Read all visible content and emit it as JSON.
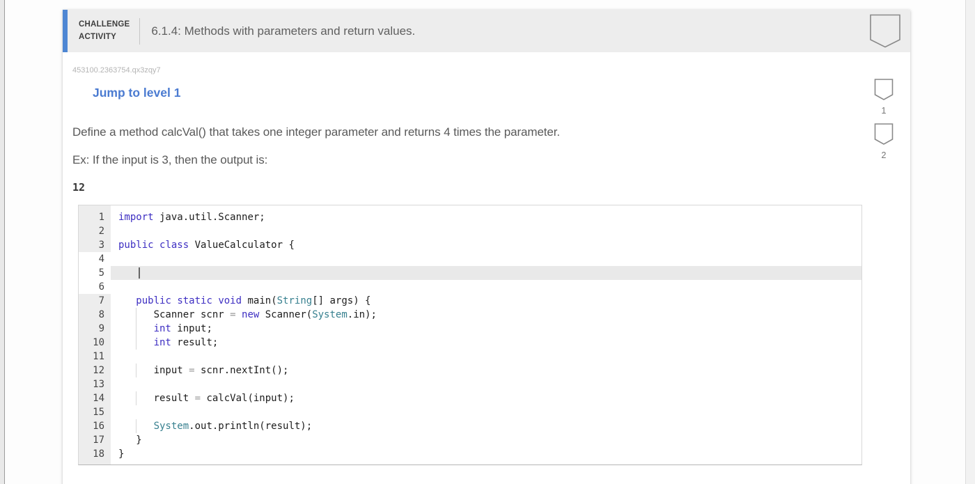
{
  "header": {
    "label_line1": "CHALLENGE",
    "label_line2": "ACTIVITY",
    "title": "6.1.4: Methods with parameters and return values."
  },
  "activity": {
    "id": "453100.2363754.qx3zqy7",
    "jump_link": "Jump to level 1"
  },
  "problem": {
    "statement": "Define a method calcVal() that takes one integer parameter and returns 4 times the parameter.",
    "example_intro": "Ex: If the input is 3, then the output is:",
    "example_output": "12"
  },
  "levels": [
    {
      "number": "1"
    },
    {
      "number": "2"
    }
  ],
  "editor": {
    "language": "java",
    "lines": [
      {
        "n": "1",
        "seg": [
          [
            "k",
            "import"
          ],
          [
            "p",
            " java.util.Scanner;"
          ]
        ]
      },
      {
        "n": "2",
        "seg": []
      },
      {
        "n": "3",
        "seg": [
          [
            "k",
            "public"
          ],
          [
            "p",
            " "
          ],
          [
            "k",
            "class"
          ],
          [
            "p",
            " ValueCalculator {"
          ]
        ]
      },
      {
        "n": "4",
        "region": true,
        "seg": []
      },
      {
        "n": "5",
        "region": true,
        "active": true,
        "cursor": true,
        "seg": []
      },
      {
        "n": "6",
        "region": true,
        "seg": []
      },
      {
        "n": "7",
        "seg": [
          [
            "p",
            "   "
          ],
          [
            "k",
            "public"
          ],
          [
            "p",
            " "
          ],
          [
            "k",
            "static"
          ],
          [
            "p",
            " "
          ],
          [
            "k",
            "void"
          ],
          [
            "p",
            " main("
          ],
          [
            "t",
            "String"
          ],
          [
            "p",
            "[] args) {"
          ]
        ]
      },
      {
        "n": "8",
        "guide": true,
        "seg": [
          [
            "p",
            "      Scanner scnr "
          ],
          [
            "o",
            "="
          ],
          [
            "p",
            " "
          ],
          [
            "k",
            "new"
          ],
          [
            "p",
            " Scanner("
          ],
          [
            "t",
            "System"
          ],
          [
            "p",
            ".in);"
          ]
        ]
      },
      {
        "n": "9",
        "guide": true,
        "seg": [
          [
            "p",
            "      "
          ],
          [
            "k",
            "int"
          ],
          [
            "p",
            " input;"
          ]
        ]
      },
      {
        "n": "10",
        "guide": true,
        "seg": [
          [
            "p",
            "      "
          ],
          [
            "k",
            "int"
          ],
          [
            "p",
            " result;"
          ]
        ]
      },
      {
        "n": "11",
        "seg": []
      },
      {
        "n": "12",
        "guide": true,
        "seg": [
          [
            "p",
            "      input "
          ],
          [
            "o",
            "="
          ],
          [
            "p",
            " scnr.nextInt();"
          ]
        ]
      },
      {
        "n": "13",
        "seg": []
      },
      {
        "n": "14",
        "guide": true,
        "seg": [
          [
            "p",
            "      result "
          ],
          [
            "o",
            "="
          ],
          [
            "p",
            " calcVal(input);"
          ]
        ]
      },
      {
        "n": "15",
        "seg": []
      },
      {
        "n": "16",
        "guide": true,
        "seg": [
          [
            "p",
            "      "
          ],
          [
            "t",
            "System"
          ],
          [
            "p",
            ".out.println(result);"
          ]
        ]
      },
      {
        "n": "17",
        "seg": [
          [
            "p",
            "   }"
          ]
        ]
      },
      {
        "n": "18",
        "seg": [
          [
            "p",
            "}"
          ]
        ]
      }
    ]
  },
  "colors": {
    "accent_blue": "#4e86d3",
    "link_blue": "#4b7bd1",
    "keyword": "#3d2ec2",
    "type": "#37808f",
    "operator": "#999999",
    "active_line_bg": "#e9e9e9",
    "header_bg": "#ededed"
  }
}
